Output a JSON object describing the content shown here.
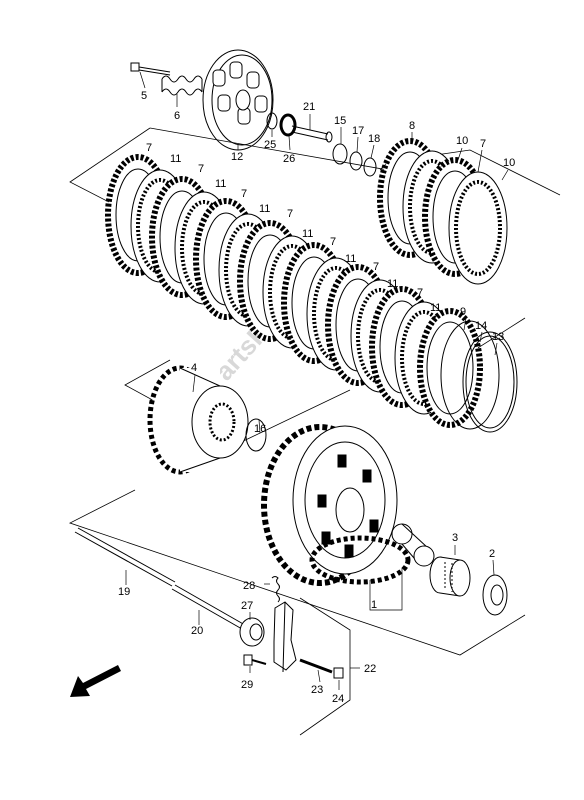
{
  "diagram": {
    "watermark": "PartsRepublik",
    "part_labels": {
      "p1": "1",
      "p2": "2",
      "p3": "3",
      "p4": "4",
      "p5": "5",
      "p6": "6",
      "p7a": "7",
      "p7b": "7",
      "p7c": "7",
      "p7d": "7",
      "p7e": "7",
      "p7f": "7",
      "p7g": "7",
      "p7h": "7",
      "p8": "8",
      "p9": "9",
      "p10a": "10",
      "p10b": "10",
      "p11a": "11",
      "p11b": "11",
      "p11c": "11",
      "p11d": "11",
      "p11e": "11",
      "p11f": "11",
      "p11g": "11",
      "p12": "12",
      "p13": "13",
      "p14": "14",
      "p15": "15",
      "p16": "16",
      "p17": "17",
      "p18": "18",
      "p19": "19",
      "p20": "20",
      "p21": "21",
      "p22": "22",
      "p23": "23",
      "p24": "24",
      "p25": "25",
      "p26": "26",
      "p27": "27",
      "p28": "28",
      "p29": "29"
    },
    "icons": {
      "direction": "front-direction-arrow-icon"
    }
  }
}
